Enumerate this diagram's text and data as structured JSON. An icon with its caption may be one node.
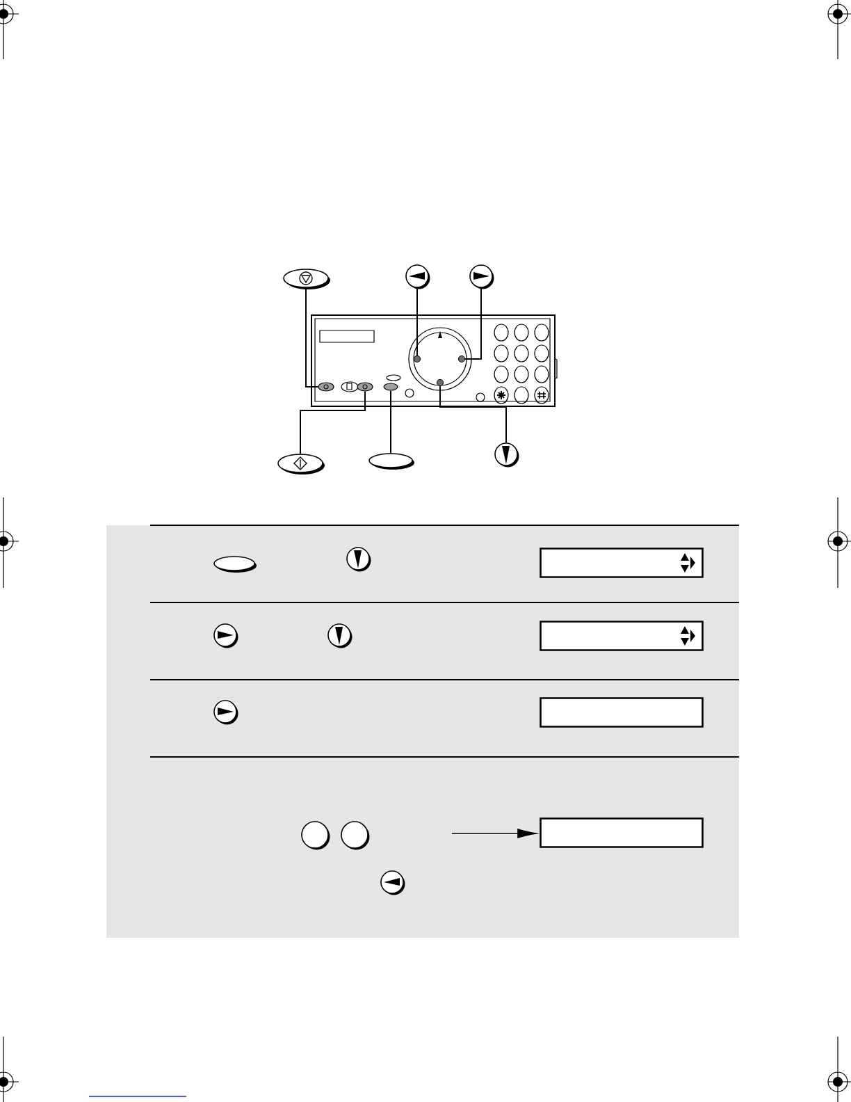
{
  "diagram": {
    "nodes": [
      {
        "text": [],
        "shape": "button"
      },
      {
        "text": [],
        "shape": "circle"
      },
      {
        "text": [],
        "shape": "circle"
      },
      {
        "text": [],
        "shape": "picture"
      },
      {
        "text": [],
        "shape": "button",
        "in": 3
      },
      {
        "text": [],
        "shape": "button",
        "in": 3
      },
      {
        "text": [],
        "shape": "button",
        "in": 3
      },
      {
        "text": [],
        "shape": "circle",
        "in": 3
      },
      {
        "text": [],
        "shape": "circle",
        "in": 3
      },
      {
        "text": [],
        "shape": "circle",
        "in": 3
      },
      {
        "text": [],
        "shape": "button"
      },
      {
        "text": [],
        "shape": "button"
      },
      {
        "text": [],
        "shape": "circle"
      },
      {
        "text": [],
        "shape": "button"
      },
      {
        "text": [],
        "shape": "circle"
      },
      {
        "text": [],
        "shape": "box"
      },
      {
        "text": [],
        "shape": "circle"
      },
      {
        "text": [],
        "shape": "circle"
      },
      {
        "text": [],
        "shape": "box"
      },
      {
        "text": [],
        "shape": "circle"
      },
      {
        "text": [],
        "shape": "box"
      },
      {
        "text": [],
        "shape": "circle"
      },
      {
        "text": [],
        "shape": "circle"
      },
      {
        "text": [],
        "shape": "box"
      },
      {
        "text": [],
        "shape": "circle"
      }
    ],
    "edges": [
      {
        "from": 0,
        "to": 4,
        "arrow": "none"
      },
      {
        "from": 1,
        "to": 7,
        "arrow": "none"
      },
      {
        "from": 2,
        "to": 8,
        "arrow": "none"
      },
      {
        "from": 10,
        "to": 5,
        "arrow": "none"
      },
      {
        "from": 11,
        "to": 6,
        "arrow": "none"
      },
      {
        "from": 12,
        "to": 9,
        "arrow": "none"
      },
      {
        "from": null,
        "to": 23,
        "arrow": "to"
      }
    ]
  }
}
